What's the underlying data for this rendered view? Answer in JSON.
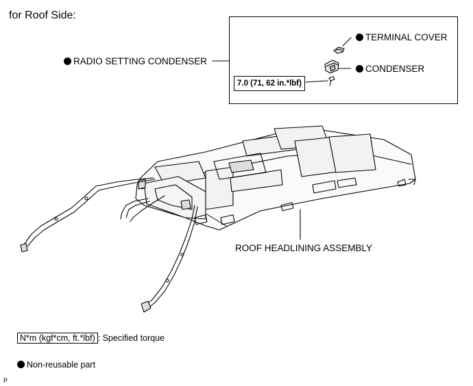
{
  "title": "for Roof Side:",
  "inset": {
    "terminal_cover_label": "TERMINAL COVER",
    "condenser_label": "CONDENSER",
    "torque_value": "7.0 (71, 62 in.*lbf)"
  },
  "radio_setting_condenser_label": "RADIO SETTING CONDENSER",
  "roof_headlining_label": "ROOF HEADLINING ASSEMBLY",
  "legend": {
    "torque_unit_box": "N*m (kgf*cm, ft.*lbf)",
    "torque_desc": ": Specified torque",
    "non_reusable_desc": "Non-reusable part"
  },
  "corner_mark": "P",
  "icons": {
    "non_reusable_marker": "filled-black-circle-icon"
  }
}
